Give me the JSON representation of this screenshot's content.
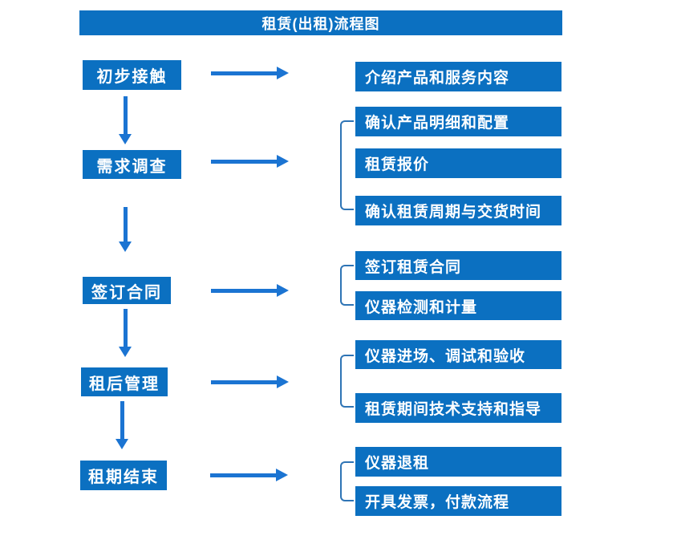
{
  "title": "租赁(出租)流程图",
  "colors": {
    "box_blue": "#0b70c1",
    "arrow_blue": "#1b74d2",
    "bracket_blue": "#2e74b5",
    "text_white": "#ffffff",
    "background": "#ffffff"
  },
  "left_steps": [
    {
      "label": "初步接触"
    },
    {
      "label": "需求调查"
    },
    {
      "label": "签订合同"
    },
    {
      "label": "租后管理"
    },
    {
      "label": "租期结束"
    }
  ],
  "right_items": [
    {
      "label": "介绍产品和服务内容"
    },
    {
      "label": "确认产品明细和配置"
    },
    {
      "label": "租赁报价"
    },
    {
      "label": "确认租赁周期与交货时间"
    },
    {
      "label": "签订租赁合同"
    },
    {
      "label": "仪器检测和计量"
    },
    {
      "label": "仪器进场、调试和验收"
    },
    {
      "label": "租赁期间技术支持和指导"
    },
    {
      "label": "仪器退租"
    },
    {
      "label": "开具发票，付款流程"
    }
  ]
}
